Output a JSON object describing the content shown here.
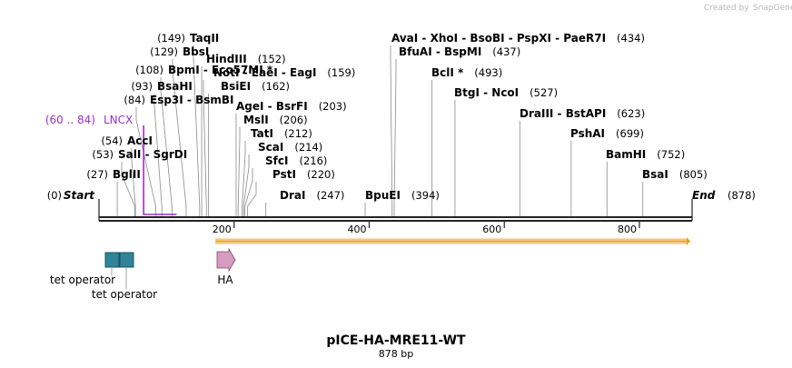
{
  "watermark": {
    "prefix": "Created by",
    "brand": "SnapGene"
  },
  "plasmid": {
    "name": "pICE-HA-MRE11-WT",
    "length_label": "878 bp",
    "length": 878
  },
  "sequence_ticks": [
    {
      "value": 200,
      "label": "200"
    },
    {
      "value": 400,
      "label": "400"
    },
    {
      "value": 600,
      "label": "600"
    },
    {
      "value": 800,
      "label": "800"
    }
  ],
  "sites": [
    {
      "id": "start",
      "name": "Start",
      "pos": 0,
      "pos_label": "(0)",
      "italic": true
    },
    {
      "id": "bglii",
      "name": "BglII",
      "pos": 27,
      "pos_label": "(27)"
    },
    {
      "id": "sali",
      "name": "SalI  -  SgrDI",
      "pos": 53,
      "pos_label": "(53)"
    },
    {
      "id": "acci",
      "name": "AccI",
      "pos": 54,
      "pos_label": "(54)"
    },
    {
      "id": "esp3i",
      "name": "Esp3I  -  BsmBI",
      "pos": 84,
      "pos_label": "(84)"
    },
    {
      "id": "bsahi",
      "name": "BsaHI",
      "pos": 93,
      "pos_label": "(93)"
    },
    {
      "id": "bpmi",
      "name": "BpmI  -  Eco57MI *",
      "pos": 108,
      "pos_label": "(108)"
    },
    {
      "id": "bbsi",
      "name": "BbsI",
      "pos": 129,
      "pos_label": "(129)"
    },
    {
      "id": "taqii",
      "name": "TaqII",
      "pos": 149,
      "pos_label": "(149)"
    },
    {
      "id": "hindiii",
      "name": "HindIII",
      "pos": 152,
      "pos_label": "(152)"
    },
    {
      "id": "noti",
      "name": "NotI  -  EaeI  -  EagI",
      "pos": 159,
      "pos_label": "(159)"
    },
    {
      "id": "bsiei",
      "name": "BsiEI",
      "pos": 162,
      "pos_label": "(162)"
    },
    {
      "id": "agei",
      "name": "AgeI  -  BsrFI",
      "pos": 203,
      "pos_label": "(203)"
    },
    {
      "id": "msli",
      "name": "MslI",
      "pos": 206,
      "pos_label": "(206)"
    },
    {
      "id": "tati",
      "name": "TatI",
      "pos": 212,
      "pos_label": "(212)"
    },
    {
      "id": "scai",
      "name": "ScaI",
      "pos": 214,
      "pos_label": "(214)"
    },
    {
      "id": "sfci",
      "name": "SfcI",
      "pos": 216,
      "pos_label": "(216)"
    },
    {
      "id": "psti",
      "name": "PstI",
      "pos": 220,
      "pos_label": "(220)"
    },
    {
      "id": "drai",
      "name": "DraI",
      "pos": 247,
      "pos_label": "(247)"
    },
    {
      "id": "bpuei",
      "name": "BpuEI",
      "pos": 394,
      "pos_label": "(394)"
    },
    {
      "id": "avai",
      "name": "AvaI  -  XhoI  -  BsoBI  -  PspXI  -  PaeR7I",
      "pos": 434,
      "pos_label": "(434)"
    },
    {
      "id": "bfuai",
      "name": "BfuAI  -  BspMI",
      "pos": 437,
      "pos_label": "(437)"
    },
    {
      "id": "bcli",
      "name": "BclI *",
      "pos": 493,
      "pos_label": "(493)"
    },
    {
      "id": "btgi",
      "name": "BtgI  -  NcoI",
      "pos": 527,
      "pos_label": "(527)"
    },
    {
      "id": "draiii",
      "name": "DraIII  -  BstAPI",
      "pos": 623,
      "pos_label": "(623)"
    },
    {
      "id": "pshai",
      "name": "PshAI",
      "pos": 699,
      "pos_label": "(699)"
    },
    {
      "id": "bamhi",
      "name": "BamHI",
      "pos": 752,
      "pos_label": "(752)"
    },
    {
      "id": "bsai",
      "name": "BsaI",
      "pos": 805,
      "pos_label": "(805)"
    },
    {
      "id": "end",
      "name": "End",
      "pos": 878,
      "pos_label": "(878)",
      "italic": true
    }
  ],
  "primer": {
    "name": "LNCX",
    "range_label": "(60 .. 84)",
    "start": 60,
    "end": 84,
    "color": "#9b30c8"
  },
  "features": [
    {
      "id": "tet-operator-1",
      "label": "tet operator",
      "start": 10,
      "end": 28,
      "color": "#2f8499"
    },
    {
      "id": "tet-operator-2",
      "label": "tet operator",
      "start": 31,
      "end": 49,
      "color": "#2f8499"
    },
    {
      "id": "ha",
      "label": "HA",
      "start": 176,
      "end": 203,
      "color": "#d59cc0"
    }
  ],
  "orf": {
    "start": 173,
    "end": 878,
    "color": "#e8a020"
  }
}
